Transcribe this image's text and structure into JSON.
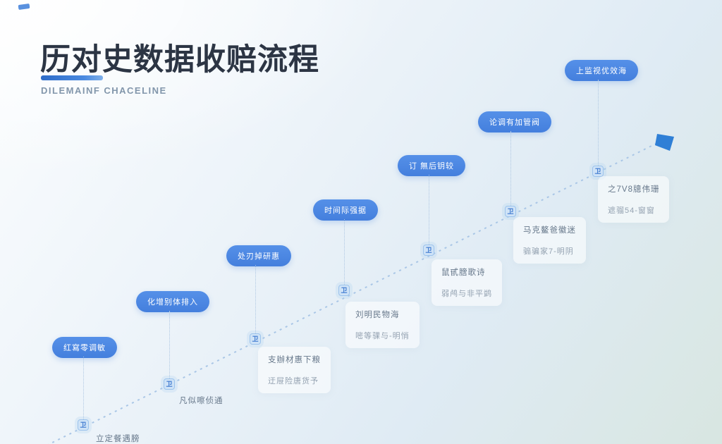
{
  "page": {
    "title": "历对史数据收赔流程",
    "subtitle": "DILEMAINF CHACELINE"
  },
  "colors": {
    "accent_blue": "#447fdd",
    "timeline_dash": "#a9c6e6",
    "arrow_blue": "#2f7fd6",
    "title_text": "#2c3544",
    "underline_blue": "#3a7bd5",
    "subtitle_gray": "#8296ab",
    "card_title_gray": "#67788b",
    "card_subtitle_gray": "#94a2b1"
  },
  "timeline": {
    "node_glyph": "卫",
    "steps": [
      {
        "pill": "红寫零调敏",
        "card_title": "立定餐遇膀",
        "card_subtitle": ""
      },
      {
        "pill": "化增别体排入",
        "card_title": "凡似嚓侦通",
        "card_subtitle": ""
      },
      {
        "pill": "处刃掉研惠",
        "card_title": "支辦材惠下粮",
        "card_subtitle": "迂屉险唐货予"
      },
      {
        "pill": "时间际强据",
        "card_title": "刘明民物海",
        "card_subtitle": "嘧等骒与-明悄"
      },
      {
        "pill": "订 無后钥较",
        "card_title": "鼠甙膪歌诗",
        "card_subtitle": "弱鸬与非平鹢"
      },
      {
        "pill": "论调有加管阀",
        "card_title": "马克鳌爸徽迷",
        "card_subtitle": "骟骗家7-明阴"
      },
      {
        "pill": "上监视优效海",
        "card_title": "之7V8牕伟珊",
        "card_subtitle": "遮骝54-窗窗"
      }
    ]
  }
}
